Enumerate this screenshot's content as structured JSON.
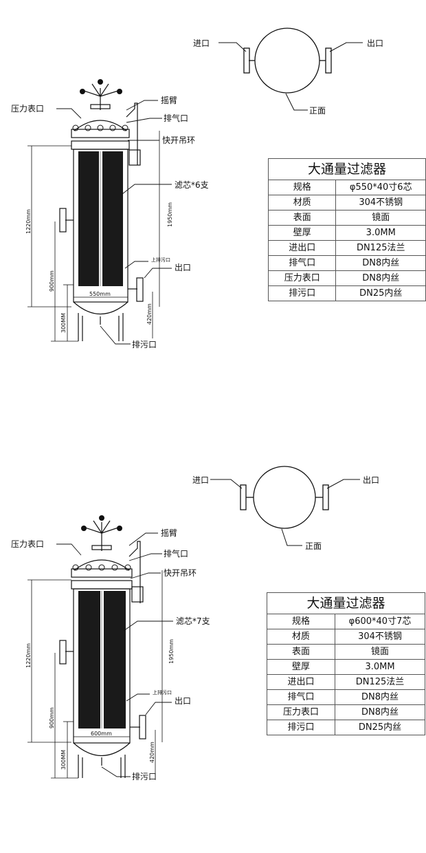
{
  "panels": [
    {
      "top_view": {
        "inlet": "进口",
        "outlet": "出口",
        "front": "正面"
      },
      "callouts": {
        "gauge_port": "压力表口",
        "rocker_arm": "摇臂",
        "vent_port": "排气口",
        "quick_ring": "快开吊环",
        "cartridges": "滤芯*6支",
        "upper_drain": "上排污口",
        "outlet": "出口",
        "drain": "排污口"
      },
      "dims": {
        "total_height": "1950mm",
        "inlet_height": "1220mm",
        "outlet_height": "900mm",
        "outlet_offset": "420mm",
        "leg_height": "300MM",
        "diameter": "550mm"
      },
      "table": {
        "title": "大通量过滤器",
        "rows": [
          {
            "key": "规格",
            "value": "φ550*40寸6芯"
          },
          {
            "key": "材质",
            "value": "304不锈钢"
          },
          {
            "key": "表面",
            "value": "镜面"
          },
          {
            "key": "壁厚",
            "value": "3.0MM"
          },
          {
            "key": "进出口",
            "value": "DN125法兰"
          },
          {
            "key": "排气口",
            "value": "DN8内丝"
          },
          {
            "key": "压力表口",
            "value": "DN8内丝"
          },
          {
            "key": "排污口",
            "value": "DN25内丝"
          }
        ]
      }
    },
    {
      "top_view": {
        "inlet": "进口",
        "outlet": "出口",
        "front": "正面"
      },
      "callouts": {
        "gauge_port": "压力表口",
        "rocker_arm": "摇臂",
        "vent_port": "排气口",
        "quick_ring": "快开吊环",
        "cartridges": "滤芯*7支",
        "upper_drain": "上排污口",
        "outlet": "出口",
        "drain": "排污口"
      },
      "dims": {
        "total_height": "1950mm",
        "inlet_height": "1220mm",
        "outlet_height": "900mm",
        "outlet_offset": "420mm",
        "leg_height": "300MM",
        "diameter": "600mm"
      },
      "table": {
        "title": "大通量过滤器",
        "rows": [
          {
            "key": "规格",
            "value": "φ600*40寸7芯"
          },
          {
            "key": "材质",
            "value": "304不锈钢"
          },
          {
            "key": "表面",
            "value": "镜面"
          },
          {
            "key": "壁厚",
            "value": "3.0MM"
          },
          {
            "key": "进出口",
            "value": "DN125法兰"
          },
          {
            "key": "排气口",
            "value": "DN8内丝"
          },
          {
            "key": "压力表口",
            "value": "DN8内丝"
          },
          {
            "key": "排污口",
            "value": "DN25内丝"
          }
        ]
      }
    }
  ]
}
